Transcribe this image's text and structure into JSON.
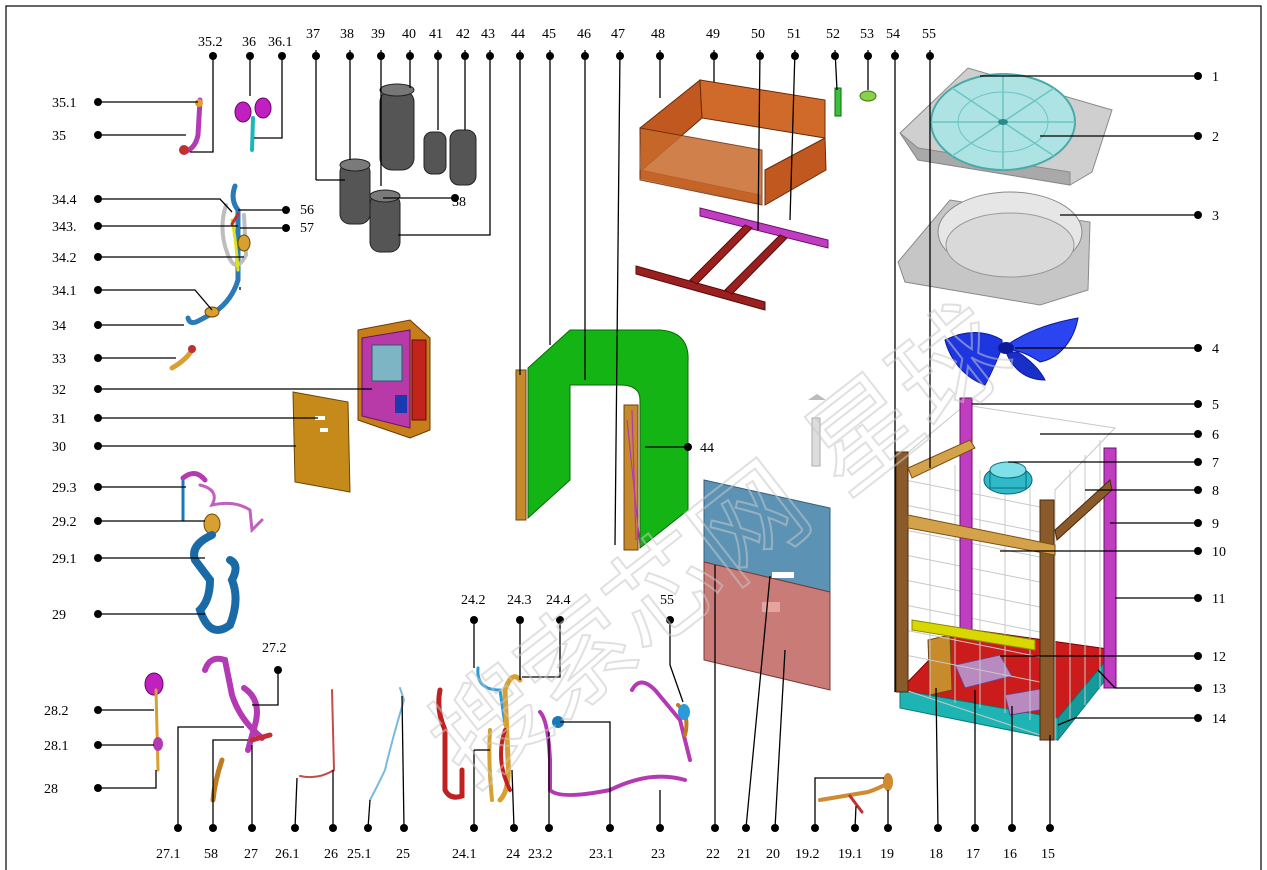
{
  "watermark": "搜索芯网 星球",
  "callouts": {
    "c1": "1",
    "c2": "2",
    "c3": "3",
    "c4": "4",
    "c5": "5",
    "c6": "6",
    "c7": "7",
    "c8": "8",
    "c9": "9",
    "c10": "10",
    "c11": "11",
    "c12": "12",
    "c13": "13",
    "c14": "14",
    "c15": "15",
    "c16": "16",
    "c17": "17",
    "c18": "18",
    "c19": "19",
    "c19_1": "19.1",
    "c19_2": "19.2",
    "c20": "20",
    "c21": "21",
    "c22": "22",
    "c23": "23",
    "c23_1": "23.1",
    "c23_2": "23.2",
    "c24": "24",
    "c24_1": "24.1",
    "c24_2": "24.2",
    "c24_3": "24.3",
    "c24_4": "24.4",
    "c25": "25",
    "c25_1": "25.1",
    "c26": "26",
    "c26_1": "26.1",
    "c27": "27",
    "c27_1": "27.1",
    "c27_2": "27.2",
    "c28": "28",
    "c28_1": "28.1",
    "c28_2": "28.2",
    "c29": "29",
    "c29_1": "29.1",
    "c29_2": "29.2",
    "c29_3": "29.3",
    "c30": "30",
    "c31": "31",
    "c32": "32",
    "c33": "33",
    "c34": "34",
    "c34_1": "34.1",
    "c34_2": "34.2",
    "c34_3": "343.",
    "c34_4": "34.4",
    "c35": "35",
    "c35_1": "35.1",
    "c35_2": "35.2",
    "c36": "36",
    "c36_1": "36.1",
    "c37": "37",
    "c38": "38",
    "c38b": "38",
    "c39": "39",
    "c40": "40",
    "c41": "41",
    "c42": "42",
    "c43": "43",
    "c44": "44",
    "c44b": "44",
    "c45": "45",
    "c46": "46",
    "c47": "47",
    "c48": "48",
    "c49": "49",
    "c50": "50",
    "c51": "51",
    "c52": "52",
    "c53": "53",
    "c54": "54",
    "c55": "55",
    "c55b": "55",
    "c56": "56",
    "c57": "57",
    "c58": "58"
  }
}
